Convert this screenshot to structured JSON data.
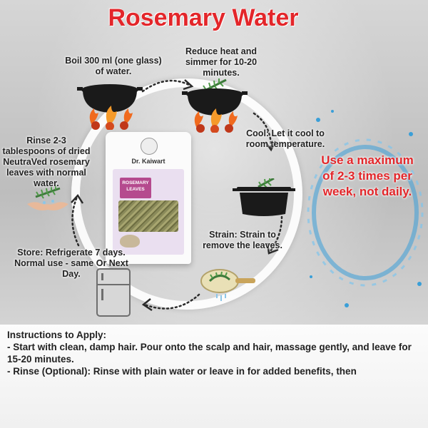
{
  "title": "Rosemary Water",
  "steps": {
    "boil": "Boil 300 ml (one glass) of water.",
    "reduce": "Reduce heat and simmer for 10-20 minutes.",
    "cool": "Cool: Let it cool to room temperature.",
    "strain": "Strain: Strain to remove the leaves.",
    "store": "Store: Refrigerate 7 days. Normal use - same Or Next Day.",
    "rinse": "Rinse 2-3 tablespoons of dried NeutraVed rosemary leaves with normal water."
  },
  "warning": "Use a maximum of 2-3 times per week, not daily.",
  "package": {
    "brand": "Dr. Kaiwart",
    "product": "ROSEMARY LEAVES"
  },
  "instructions": {
    "heading": "Instructions to Apply:",
    "line1": "- Start with clean, damp hair. Pour onto the scalp and hair, massage gently, and leave for 15-20 minutes.",
    "line2": "- Rinse (Optional): Rinse with plain water or leave in for added benefits, then"
  },
  "colors": {
    "title": "#e3262a",
    "warning": "#e3262a",
    "flame": "#f06a1e",
    "pot": "#1a1a1a",
    "leaf": "#3d7a3a",
    "water": "#3a9fd8"
  },
  "icons": [
    "boiling-pot-icon",
    "simmer-pot-icon",
    "cooking-pot-icon",
    "strainer-icon",
    "refrigerator-icon",
    "rinse-hands-icon",
    "water-splash-icon",
    "cycle-arrow-icon"
  ]
}
